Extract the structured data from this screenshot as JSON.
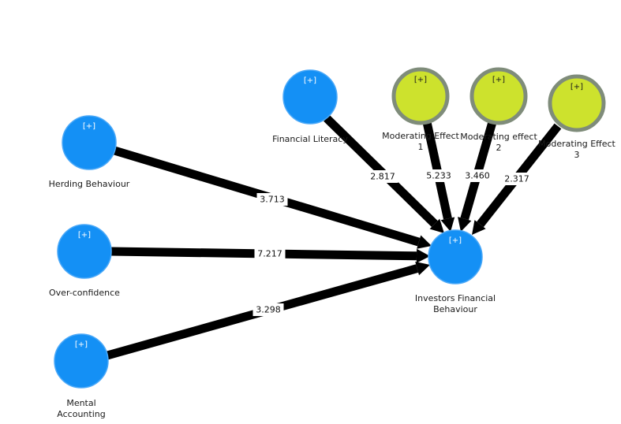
{
  "diagram": {
    "expand_marker": "[+]",
    "colors": {
      "construct_fill": "#1490f5",
      "construct_stroke": "#4aa8f8",
      "moderator_fill": "#cde22d",
      "moderator_stroke": "#7f8c7a",
      "edge": "#000000",
      "construct_marker_text": "#ffffff",
      "moderator_marker_text": "#1a1a1a"
    },
    "nodes": [
      {
        "id": "herding",
        "kind": "construct",
        "label_lines": [
          "Herding Behaviour"
        ]
      },
      {
        "id": "overconfidence",
        "kind": "construct",
        "label_lines": [
          "Over-confidence"
        ]
      },
      {
        "id": "mental",
        "kind": "construct",
        "label_lines": [
          "Mental",
          "Accounting"
        ]
      },
      {
        "id": "literacy",
        "kind": "construct",
        "label_lines": [
          "Financial Literacy"
        ]
      },
      {
        "id": "mod1",
        "kind": "moderator",
        "label_lines": [
          "Moderating Effect",
          "1"
        ]
      },
      {
        "id": "mod2",
        "kind": "moderator",
        "label_lines": [
          "Moderating effect",
          "2"
        ]
      },
      {
        "id": "mod3",
        "kind": "moderator",
        "label_lines": [
          "Moderating Effect",
          "3"
        ]
      },
      {
        "id": "target",
        "kind": "construct",
        "label_lines": [
          "Investors Financial",
          "Behaviour"
        ]
      }
    ],
    "edges": [
      {
        "from": "herding",
        "to": "target",
        "value": "3.713"
      },
      {
        "from": "overconfidence",
        "to": "target",
        "value": "7.217"
      },
      {
        "from": "mental",
        "to": "target",
        "value": "3.298"
      },
      {
        "from": "literacy",
        "to": "target",
        "value": "2.817"
      },
      {
        "from": "mod1",
        "to": "target",
        "value": "5.233"
      },
      {
        "from": "mod2",
        "to": "target",
        "value": "3.460"
      },
      {
        "from": "mod3",
        "to": "target",
        "value": "2.317"
      }
    ]
  }
}
